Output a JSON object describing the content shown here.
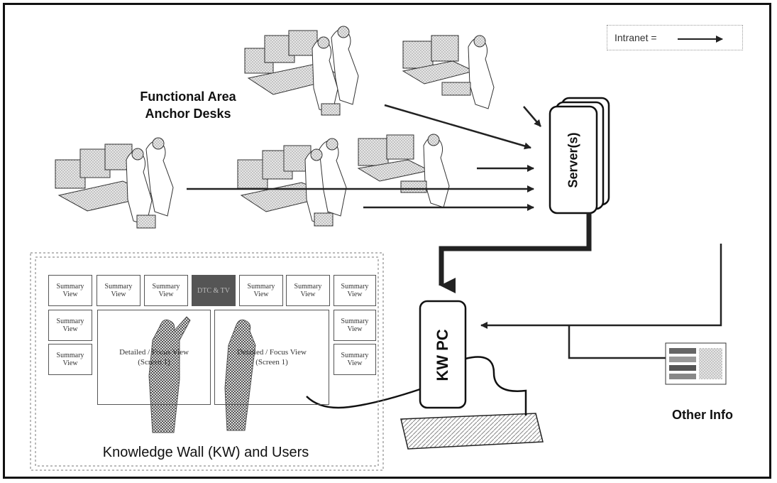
{
  "legend": {
    "label": "Intranet ="
  },
  "labels": {
    "anchor_desks_line1": "Functional Area",
    "anchor_desks_line2": "Anchor Desks",
    "server": "Server(s)",
    "kw_pc": "KW PC",
    "other_info": "Other Info",
    "knowledge_wall": "Knowledge Wall (KW) and Users"
  },
  "wall": {
    "top_row": [
      "Summary View",
      "Summary View",
      "Summary View",
      "",
      "Summary View",
      "Summary View",
      "Summary View"
    ],
    "dark_cell": "DTC & TV",
    "left_col": [
      "Summary View",
      "Summary View"
    ],
    "right_col": [
      "Summary View",
      "Summary View"
    ],
    "screen1_line1": "Detailed / Focus View",
    "screen1_line2": "(Screen 1)",
    "screen2_line1": "Detailed / Focus View",
    "screen2_line2": "(Screen 1)"
  }
}
